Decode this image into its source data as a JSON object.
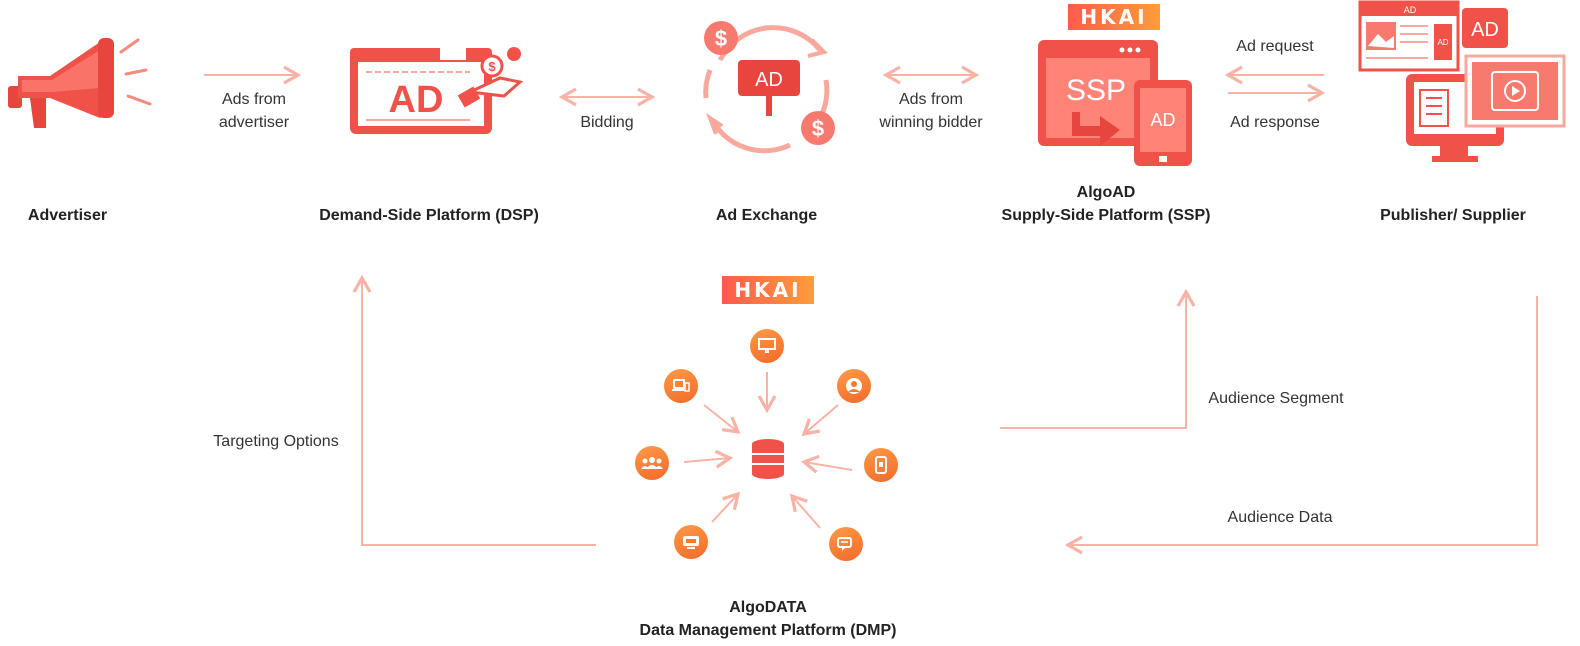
{
  "nodes": {
    "advertiser": "Advertiser",
    "dsp": "Demand-Side Platform (DSP)",
    "exchange": "Ad Exchange",
    "ssp_line1": "AlgoAD",
    "ssp_line2": "Supply-Side Platform (SSP)",
    "publisher": "Publisher/ Supplier",
    "dmp_line1": "AlgoDATA",
    "dmp_line2": "Data Management Platform (DMP)"
  },
  "edges": {
    "ads_from_advertiser_1": "Ads from",
    "ads_from_advertiser_2": "advertiser",
    "bidding": "Bidding",
    "ads_from_winner_1": "Ads from",
    "ads_from_winner_2": "winning bidder",
    "ad_request": "Ad request",
    "ad_response": "Ad response",
    "targeting_options": "Targeting Options",
    "audience_segment": "Audience Segment",
    "audience_data": "Audience Data"
  },
  "icon_text": {
    "dsp_ad": "AD",
    "exchange_ad": "AD",
    "dollar": "$",
    "ssp": "SSP",
    "ssp_ad": "AD",
    "pub_ad_small": "AD",
    "pub_ad_big": "AD",
    "pub_ad_side": "AD"
  },
  "brand": {
    "badge_text": "HKAI"
  },
  "dmp_sources": [
    "monitor-icon",
    "phone-icon",
    "laptop-icon",
    "chat-icon",
    "group-icon",
    "tv-icon",
    "cloud-user-icon"
  ],
  "colors": {
    "primary": "#f0524a",
    "light": "#fbb3a8",
    "orange": "#f47a2e"
  }
}
